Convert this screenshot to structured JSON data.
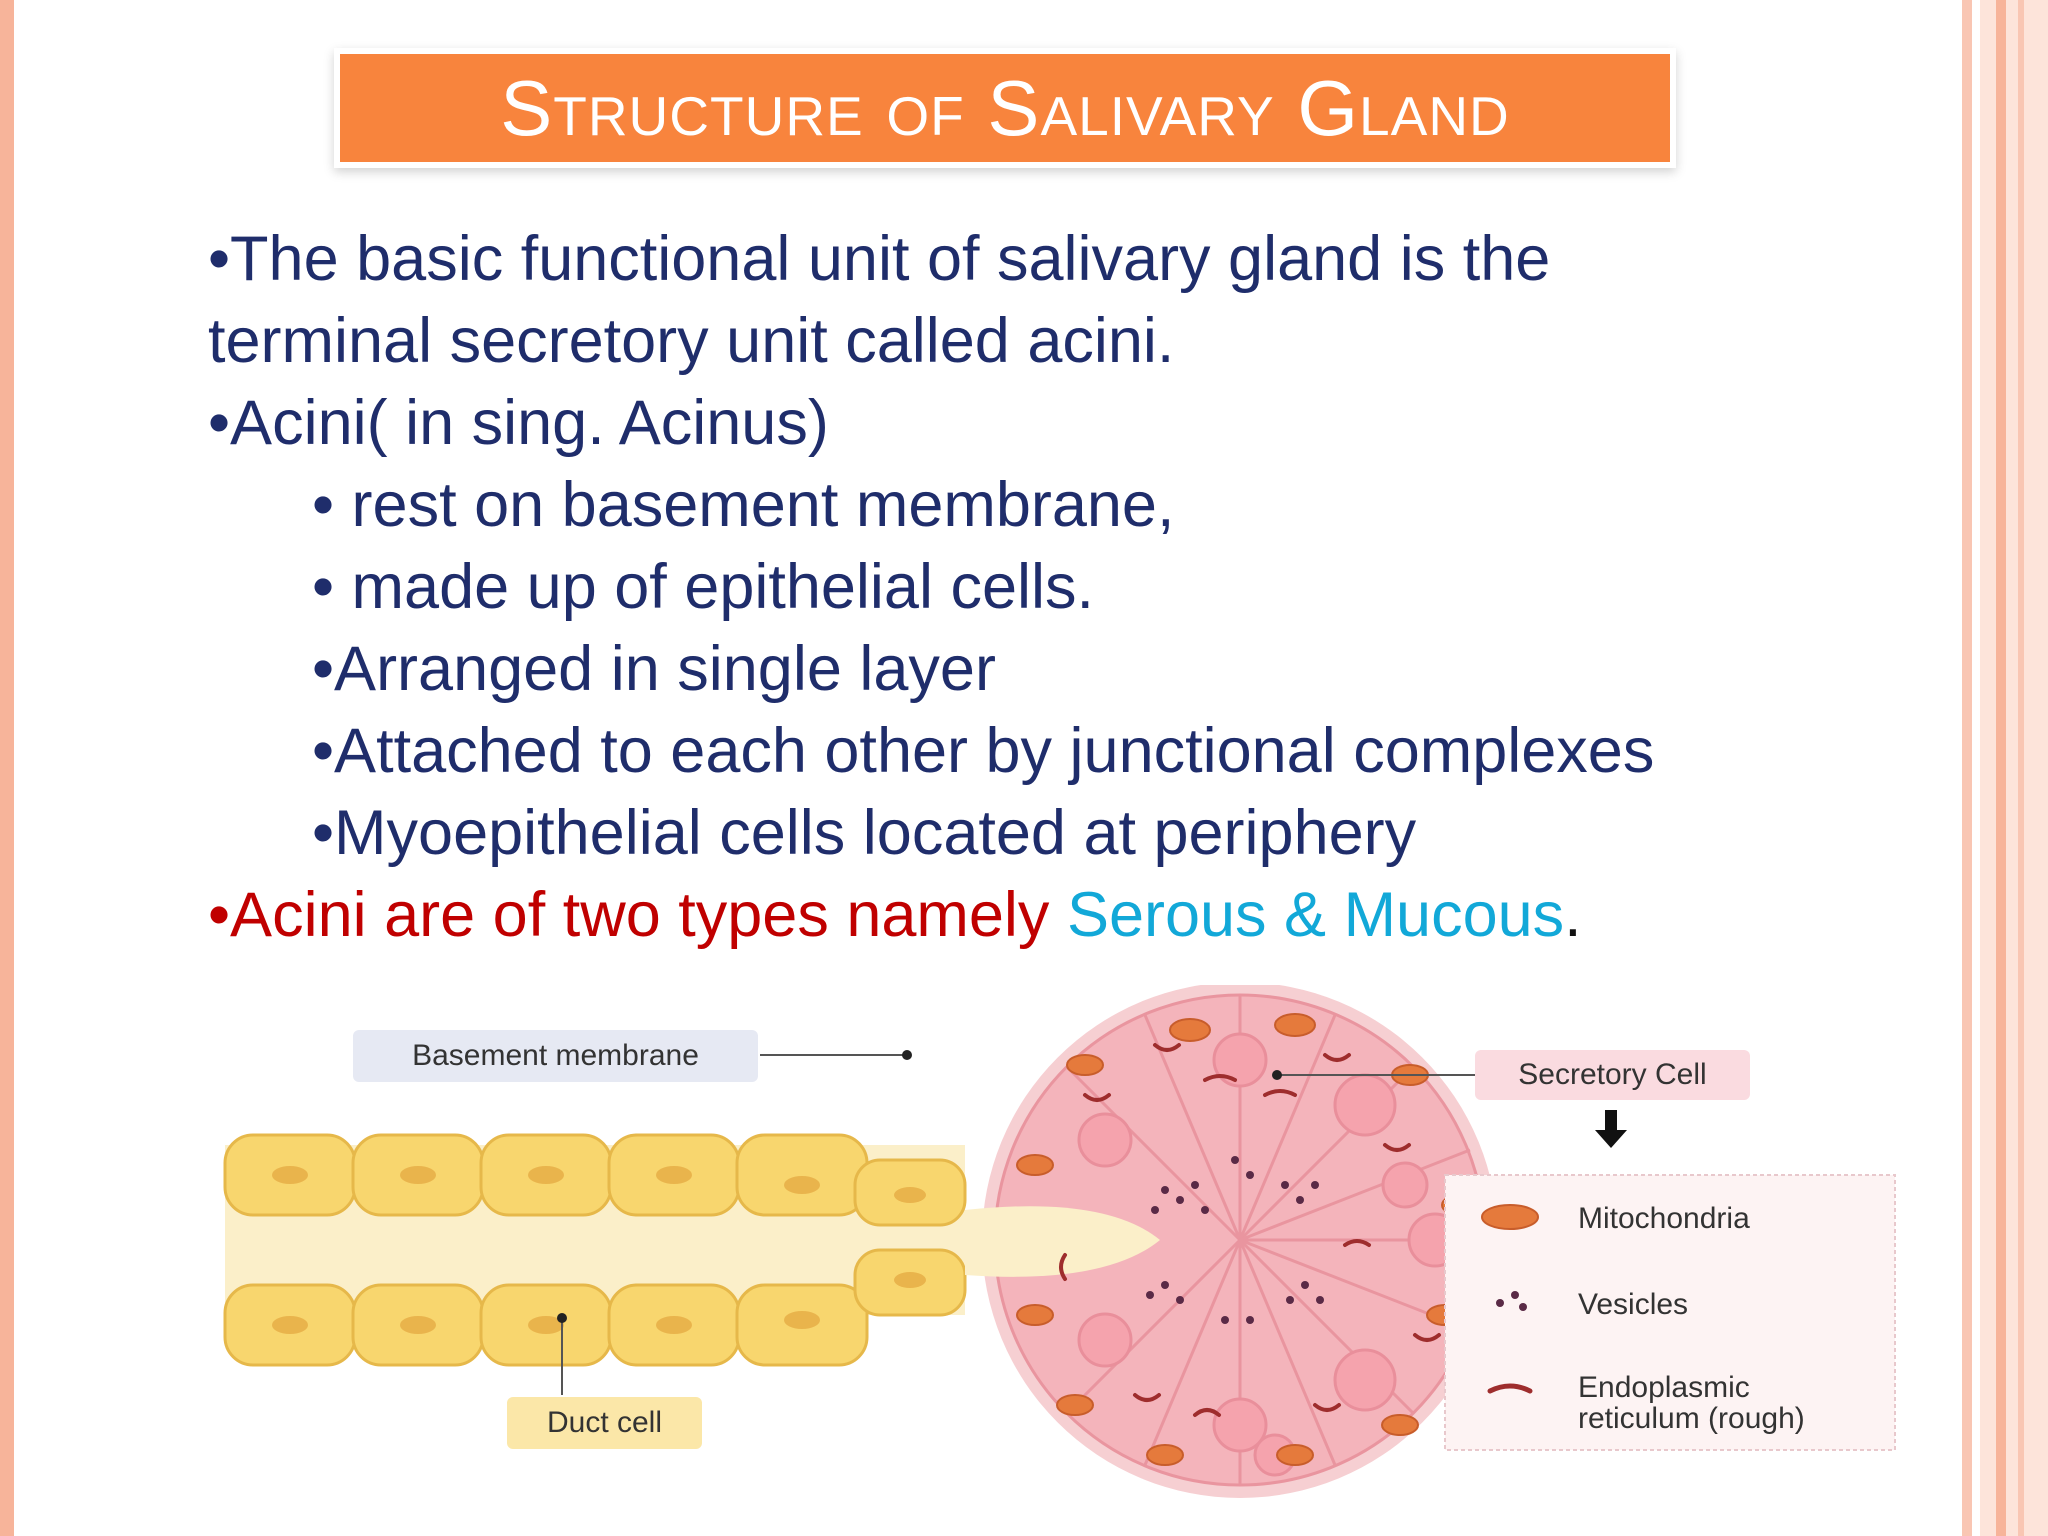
{
  "slide": {
    "title": "Structure of Salivary Gland",
    "bullets": [
      "•The basic functional unit of salivary gland is the",
      "terminal secretory unit called acini.",
      "•Acini( in sing. Acinus)"
    ],
    "sub_bullets": [
      "• rest on basement membrane,",
      "• made up of epithelial cells.",
      "•Arranged in single layer",
      "•Attached to each other by junctional complexes",
      "•Myoepithelial cells located at periphery"
    ],
    "types_line": {
      "red": "•Acini are of two types namely ",
      "cyan": "Serous & Mucous",
      "end": "."
    }
  },
  "diagram": {
    "labels": {
      "basement_membrane": "Basement membrane",
      "secretory_cell": "Secretory Cell",
      "duct_cell": "Duct cell"
    },
    "legend": [
      "Mitochondria",
      "Vesicles",
      "Endoplasmic",
      "reticulum (rough)"
    ]
  },
  "colors": {
    "title_banner": "#f8843d",
    "body_text": "#1f2d6b",
    "highlight_red": "#c00000",
    "highlight_cyan": "#12a8d8",
    "border_accent": "#f7b49a"
  }
}
